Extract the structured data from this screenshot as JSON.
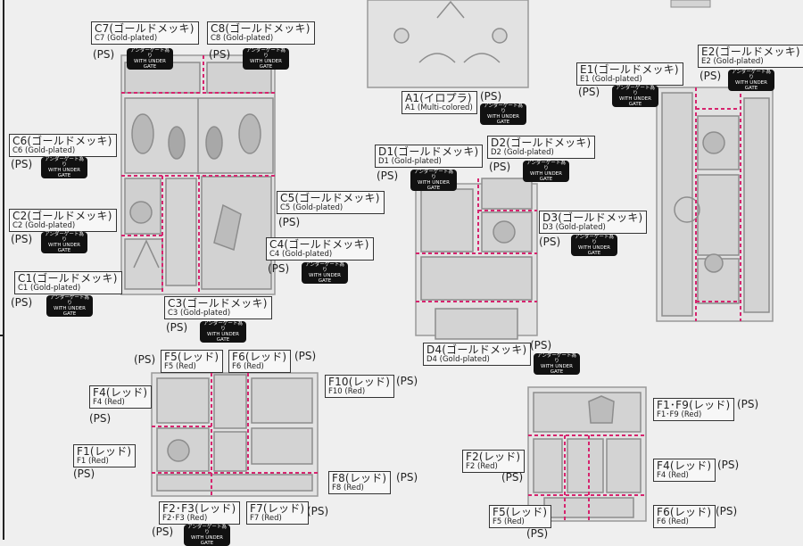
{
  "under_gate_badge": {
    "line1": "アンダーゲート為り",
    "line2": "WITH UNDER GATE"
  },
  "material": "(PS)",
  "labels": {
    "C7": {
      "jp": "C7(ゴールドメッキ)",
      "en": "C7 (Gold-plated)"
    },
    "C8": {
      "jp": "C8(ゴールドメッキ)",
      "en": "C8 (Gold-plated)"
    },
    "C6": {
      "jp": "C6(ゴールドメッキ)",
      "en": "C6 (Gold-plated)"
    },
    "C2": {
      "jp": "C2(ゴールドメッキ)",
      "en": "C2 (Gold-plated)"
    },
    "C1": {
      "jp": "C1(ゴールドメッキ)",
      "en": "C1 (Gold-plated)"
    },
    "C5": {
      "jp": "C5(ゴールドメッキ)",
      "en": "C5 (Gold-plated)"
    },
    "C4": {
      "jp": "C4(ゴールドメッキ)",
      "en": "C4 (Gold-plated)"
    },
    "C3": {
      "jp": "C3(ゴールドメッキ)",
      "en": "C3 (Gold-plated)"
    },
    "A1": {
      "jp": "A1(イロプラ)",
      "en": "A1 (Multi-colored)"
    },
    "D1": {
      "jp": "D1(ゴールドメッキ)",
      "en": "D1 (Gold-plated)"
    },
    "D2": {
      "jp": "D2(ゴールドメッキ)",
      "en": "D2 (Gold-plated)"
    },
    "D3": {
      "jp": "D3(ゴールドメッキ)",
      "en": "D3 (Gold-plated)"
    },
    "D4": {
      "jp": "D4(ゴールドメッキ)",
      "en": "D4 (Gold-plated)"
    },
    "E1": {
      "jp": "E1(ゴールドメッキ)",
      "en": "E1 (Gold-plated)"
    },
    "E2": {
      "jp": "E2(ゴールドメッキ)",
      "en": "E2 (Gold-plated)"
    },
    "F5": {
      "jp": "F5(レッド)",
      "en": "F5 (Red)"
    },
    "F6": {
      "jp": "F6(レッド)",
      "en": "F6 (Red)"
    },
    "F4": {
      "jp": "F4(レッド)",
      "en": "F4 (Red)"
    },
    "F1": {
      "jp": "F1(レッド)",
      "en": "F1 (Red)"
    },
    "F10": {
      "jp": "F10(レッド)",
      "en": "F10 (Red)"
    },
    "F8": {
      "jp": "F8(レッド)",
      "en": "F8 (Red)"
    },
    "F2F3": {
      "jp": "F2･F3(レッド)",
      "en": "F2･F3 (Red)"
    },
    "F7": {
      "jp": "F7(レッド)",
      "en": "F7 (Red)"
    },
    "F1F9": {
      "jp": "F1･F9(レッド)",
      "en": "F1･F9 (Red)"
    },
    "F2b": {
      "jp": "F2(レッド)",
      "en": "F2 (Red)"
    },
    "F4b": {
      "jp": "F4(レッド)",
      "en": "F4 (Red)"
    },
    "F5b": {
      "jp": "F5(レッド)",
      "en": "F5 (Red)"
    },
    "F6b": {
      "jp": "F6(レッド)",
      "en": "F6 (Red)"
    }
  },
  "colors": {
    "runner_gray": "#c9c9c9",
    "runner_dark": "#8d8d8d",
    "cut_line": "#d6246e",
    "paper": "#efefef",
    "ink": "#222222"
  }
}
